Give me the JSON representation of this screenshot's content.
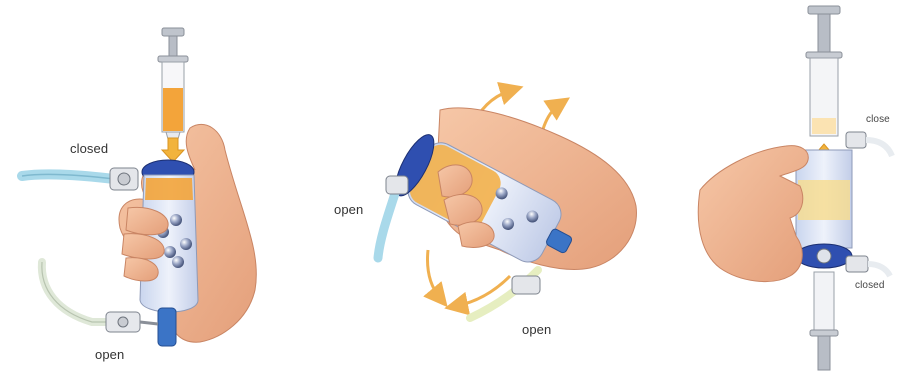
{
  "panels": [
    {
      "id": "panel-1",
      "labels": {
        "top_valve": "closed",
        "bottom_valve": "open"
      }
    },
    {
      "id": "panel-2",
      "labels": {
        "left_valve": "open",
        "bottom_valve": "open"
      }
    },
    {
      "id": "panel-3",
      "labels": {
        "top_valve": "close",
        "bottom_valve": "closed"
      }
    }
  ],
  "colors": {
    "orange_fill": "#f3a43a",
    "blue_cap": "#2f4fb0",
    "skin": "#f0b48f",
    "tube_blue": "#a9d9ea",
    "bottle": "#d9e2f4",
    "arrow_orange": "#f0b050"
  }
}
